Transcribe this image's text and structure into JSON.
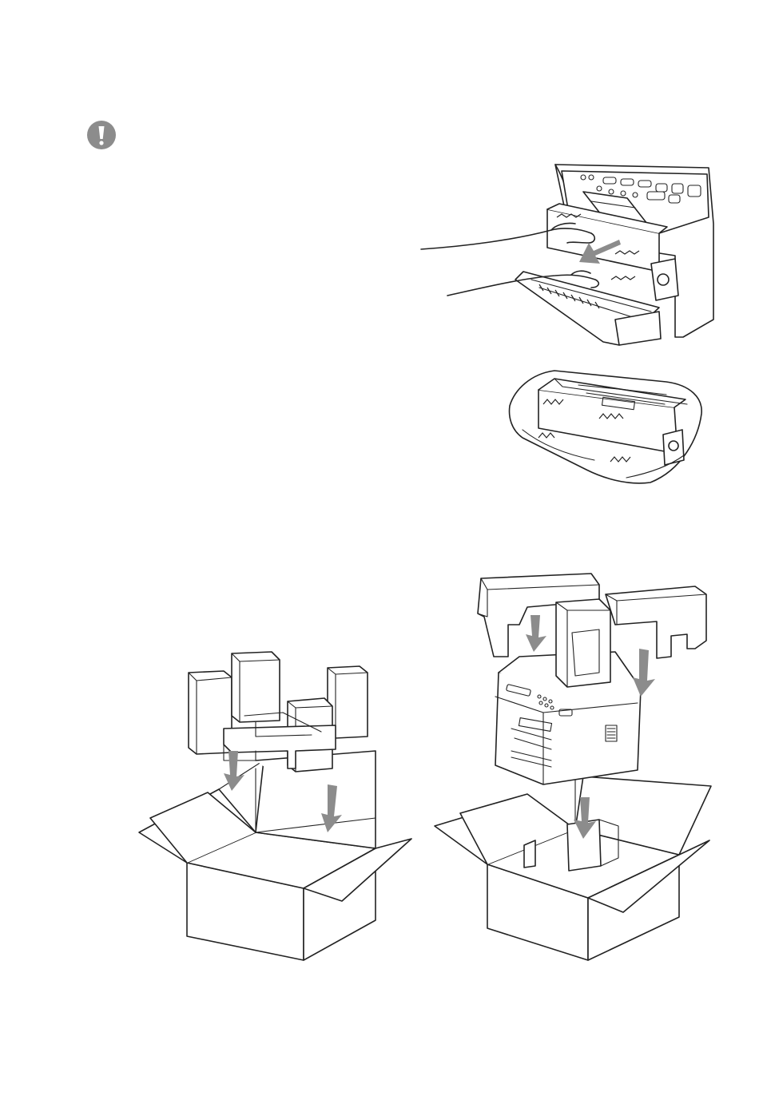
{
  "page": {
    "background": "#ffffff"
  },
  "caution": {
    "icon": "exclamation-circle-icon",
    "icon_color": "#8c8c8c"
  },
  "illustrations": [
    {
      "name": "drum-unit-removal-illustration",
      "icon": "hands-removing-drum-from-machine"
    },
    {
      "name": "drum-unit-in-bag-illustration",
      "icon": "drum-unit-in-plastic-bag"
    },
    {
      "name": "packing-box-with-foam-illustration",
      "icon": "foam-insert-into-carton"
    },
    {
      "name": "machine-packing-illustration",
      "icon": "machine-with-foam-into-carton"
    }
  ],
  "arrow_color": "#8c8c8c"
}
